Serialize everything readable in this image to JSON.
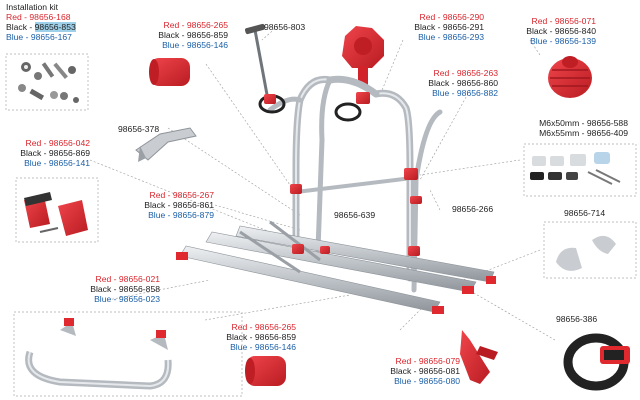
{
  "colors": {
    "red": "#d8262d",
    "blue": "#1b5fa8",
    "black": "#222222",
    "highlight": "#9fd0ea",
    "part_red": "#e0282f",
    "part_grey": "#c9cdd1",
    "rail": "#b9bec4"
  },
  "installation_kit": {
    "title": "Installation kit",
    "red": "Red - 98656-168",
    "black_prefix": "Black - ",
    "black_code": "98656-853",
    "blue": "Blue - 98656-167"
  },
  "labels": {
    "cap_top": {
      "red": "Red - 98656-265",
      "black": "Black - 98656-859",
      "blue": "Blue - 98656-146"
    },
    "knob": {
      "red": "Red - 98656-290",
      "black": "Black - 98656-291",
      "blue": "Blue - 98656-293"
    },
    "knob_right": {
      "red": "Red - 98656-071",
      "black": "Black - 98656-840",
      "blue": "Blue - 98656-139"
    },
    "frame_top": {
      "red": "Red - 98656-263",
      "black": "Black - 98656-860",
      "blue": "Blue - 98656-882"
    },
    "side_left": {
      "red": "Red - 98656-042",
      "black": "Black - 98656-869",
      "blue": "Blue - 98656-141"
    },
    "clamp": {
      "red": "Red - 98656-267",
      "black": "Black - 98656-861",
      "blue": "Blue - 98656-879"
    },
    "rail_left": {
      "red": "Red - 98656-021",
      "black": "Black - 98656-858",
      "blue": "Blue - 98656-023"
    },
    "cap_bottom": {
      "red": "Red - 98656-265",
      "black": "Black - 98656-859",
      "blue": "Blue - 98656-146"
    },
    "wheel_stop": {
      "red": "Red - 98656-079",
      "black": "Black - 98656-081",
      "blue": "Blue - 98656-080"
    }
  },
  "codes": {
    "bolt": "98656-803",
    "holder": "98656-378",
    "bracket": "98656-266",
    "rail_center": "98656-639",
    "end_cap": "98656-714",
    "strap": "98656-386",
    "m6_50": "M6x50mm - 98656-588",
    "m6_55": "M6x55mm - 98656-409"
  }
}
